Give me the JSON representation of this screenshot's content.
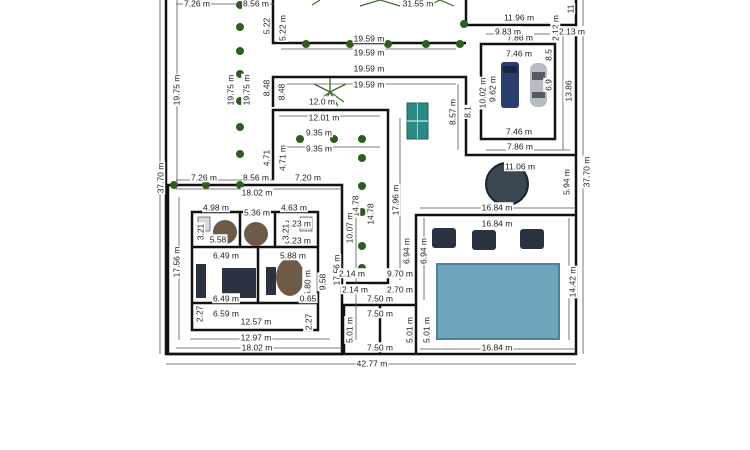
{
  "colors": {
    "wall": "#111111",
    "dim_line": "#555555",
    "hedge": "#2e5e1f",
    "pool": "#6fa6bd",
    "pool_edge": "#4d8199",
    "court": "#2c8a86",
    "car_blue": "#2a3d6e",
    "car_silver": "#b7bcc4",
    "trampoline": "#3a4650",
    "furniture_dark": "#2b3340",
    "rug": "#6e5a48"
  },
  "dims": {
    "top_left_7_26": "7.26 m",
    "top_56": "8.56 m",
    "top_31_55": "31.55 m",
    "r_11_96": "11.96 m",
    "r_7_86": "7.86 m",
    "r_9_83": "9.83 m",
    "r_2_12": "2.12 m",
    "r_2_13": "2.13 m",
    "r_11_top": "11",
    "r_8_5": "8.5",
    "g_7_46a": "7.46 m",
    "g_7_46b": "7.46 m",
    "g_9_62": "9.62 m",
    "g_10_02": "10.02 m",
    "g_6_9": "6.9",
    "g_13_86": "13.86",
    "g_7_86b": "7.86 m",
    "g_11_06": "11.06 m",
    "r_5_94": "5.94 m",
    "r_37_70": "37.70 m",
    "l_19_75a": "19.75 m",
    "l_19_75b": "19.75 m",
    "l_19_75c": "19.75 m",
    "l_37_70": "37.70 m",
    "c_5_22a": "5.22",
    "c_5_22b": "5.22 m",
    "c_19_59a": "19.59 m",
    "c_19_59b": "19.59 m",
    "c_19_59c": "19.59 m",
    "c_19_59d": "19.59 m",
    "c_8_48a": "8.48",
    "c_8_48b": "8.48",
    "c_12_0": "12.0 m",
    "c_12_01": "12.01 m",
    "c_8_57": "8.57 m",
    "c_8_1": "8.1",
    "c_9_35a": "9.35 m",
    "c_9_35b": "9.35 m",
    "c_4_71a": "4.71",
    "c_4_71b": "4.71 m",
    "c_17_96": "17.96 m",
    "c_14_78": "14.78",
    "c_14_78b": "14.78",
    "c_10_07": "10.07 m",
    "l_7_26b": "7.26 m",
    "l_8_56b": "8.56 m",
    "l_7_20": "7.20 m",
    "h_18_02a": "18.02 m",
    "h_18_02b": "18.02 m",
    "h_17_56a": "17.56 m",
    "h_17_56b": "17.56 m",
    "h_4_98": "4.98 m",
    "h_4_63": "4.63 m",
    "h_5_36": "5.36 m",
    "h_5_58": "5.58",
    "h_3_21": "3.21",
    "h_3_23a": "3.23 m",
    "h_3_23b": "3.23 m",
    "h_3_21b": "3.21",
    "h_6_49a": "6.49 m",
    "h_6_49b": "6.49 m",
    "h_5_88": "5.88 m",
    "h_5_80": "5.80 m",
    "h_9_58": "9.58",
    "h_0_65": "0.65",
    "h_6_59": "6.59 m",
    "h_12_57": "12.57 m",
    "h_2_27a": "2.27",
    "h_2_27b": "2.27",
    "h_12_97": "12.97 m",
    "p_16_84a": "16.84 m",
    "p_16_84b": "16.84 m",
    "p_16_84c": "16.84 m",
    "p_6_94a": "6.94 m",
    "p_6_94b": "6.94 m",
    "p_14_42": "14.42 m",
    "p_9_70": "9.70 m",
    "p_2_70": "2.70 m",
    "p_2_14a": "2.14 m",
    "p_2_14b": "2.14 m",
    "p_7_50a": "7.50 m",
    "p_7_50b": "7.50 m",
    "p_7_50c": "7.50 m",
    "p_5_01a": "5.01 m",
    "p_5_01b": "5.01 m",
    "p_5_01c": "5.01 m",
    "b_42_77": "42.77 m"
  }
}
